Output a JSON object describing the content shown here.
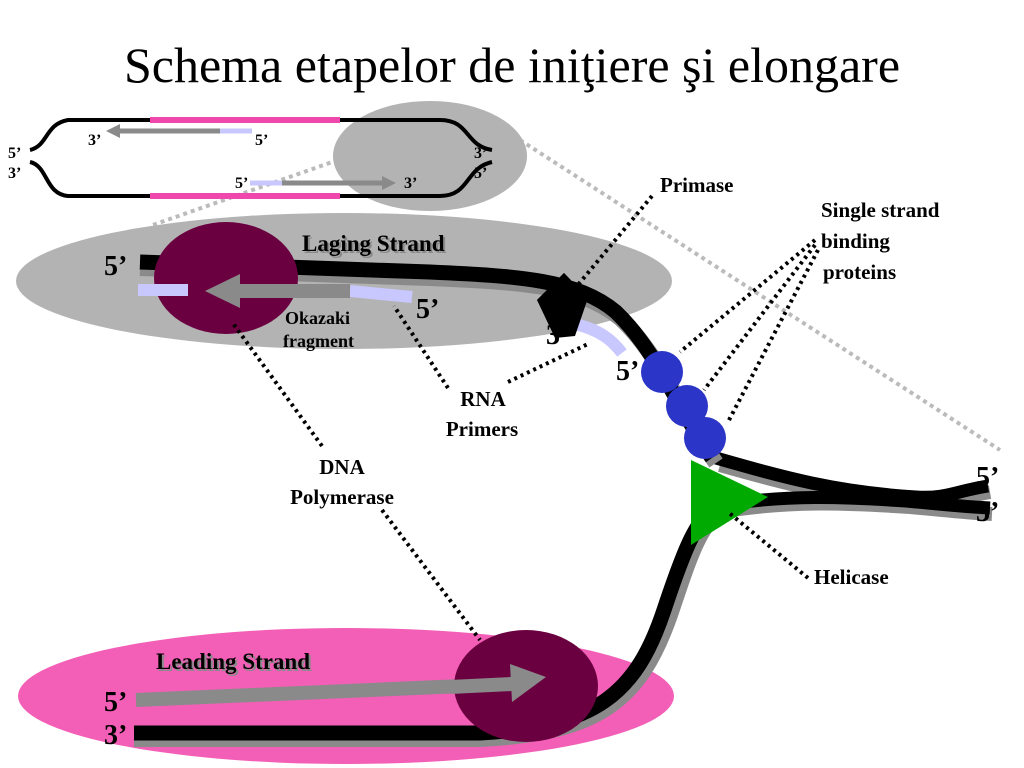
{
  "title": "Schema etapelor de iniţiere şi elongare",
  "colors": {
    "polymerase": "#6b0040",
    "helicase": "#00aa00",
    "ssb": "#2b35c7",
    "primer": "#c8c8ff",
    "leading_ellipse": "#f35fb7",
    "lagging_ellipse": "#b3b3b3",
    "bubble_pink": "#f047ad"
  },
  "inset": {
    "top_left_3": "3’",
    "top_right_5": "5’",
    "bottom_left_5": "5’",
    "bottom_right_3": "3’",
    "left_5": "5’",
    "left_3": "3’",
    "right_3": "3’",
    "right_5": "5’"
  },
  "labels": {
    "lagging_strand": "Laging Strand",
    "leading_strand": "Leading Strand",
    "primase": "Primase",
    "ssb": [
      "Single strand",
      "binding",
      "proteins"
    ],
    "okazaki": [
      "Okazaki",
      "fragment"
    ],
    "rna_primers": [
      "RNA",
      "Primers"
    ],
    "dna_polymerase": [
      "DNA",
      "Polymerase"
    ],
    "helicase": "Helicase"
  },
  "ends": {
    "lagging_left_5": "5’",
    "okazaki_5": "5’",
    "primer_3": "3’",
    "primer_5": "5’",
    "right_5": "5’",
    "right_3": "3’",
    "leading_5": "5’",
    "leading_3": "3’"
  }
}
